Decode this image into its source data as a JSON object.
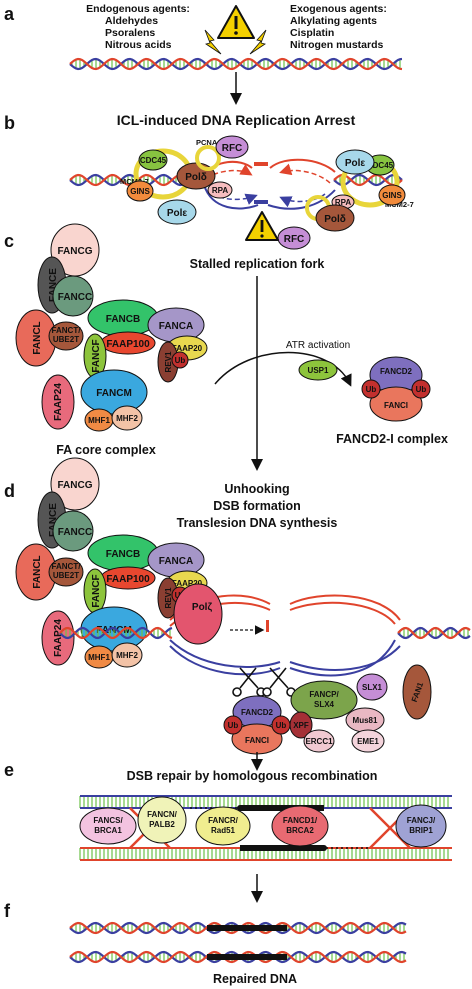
{
  "panels": {
    "a": "a",
    "b": "b",
    "c": "c",
    "d": "d",
    "e": "e",
    "f": "f"
  },
  "agents": {
    "endogenous_title": "Endogenous agents:",
    "endogenous": [
      "Aldehydes",
      "Psoralens",
      "Nitrous acids"
    ],
    "exogenous_title": "Exogenous agents:",
    "exogenous": [
      "Alkylating agents",
      "Cisplatin",
      "Nitrogen mustards"
    ]
  },
  "headings": {
    "b_title": "ICL-induced DNA Replication Arrest",
    "stalled": "Stalled replication fork",
    "atr": "ATR activation",
    "fa_core": "FA core complex",
    "fancd2i": "FANCD2-I complex",
    "d_steps": [
      "Unhooking",
      "DSB formation",
      "Translesion DNA synthesis"
    ],
    "e_title": "DSB repair by homologous recombination",
    "repaired": "Repaired DNA"
  },
  "proteins": {
    "pcna": "PCNA",
    "rfc": "RFC",
    "cdc45": "CDC45",
    "mcm": "MCM2-7",
    "pold": "Polδ",
    "rpa": "RPA",
    "gins": "GINS",
    "pole": "Polε",
    "usp1": "USP1",
    "fancg": "FANCG",
    "fance": "FANCE",
    "fancc": "FANCC",
    "fancl": "FANCL",
    "fanct": "FANCT/",
    "ube2t": "UBE2T",
    "fancb": "FANCB",
    "fanca": "FANCA",
    "faap20": "FAAP20",
    "faap100": "FAAP100",
    "fancf": "FANCF",
    "rev1": "REV1",
    "ub": "Ub",
    "faap24": "FAAP24",
    "fancm": "FANCM",
    "mhf1": "MHF1",
    "mhf2": "MHF2",
    "fancd2": "FANCD2",
    "fanci": "FANCI",
    "polz": "Polζ",
    "fancp": "FANCP/",
    "slx4": "SLX4",
    "slx1": "SLX1",
    "fan1": "FAN1",
    "xpf": "XPF",
    "ercc1": "ERCC1",
    "mus81": "Mus81",
    "eme1": "EME1",
    "fancs": "FANCS/",
    "brca1": "BRCA1",
    "fancn": "FANCN/",
    "palb2": "PALB2",
    "fancr": "FANCR/",
    "rad51": "Rad51",
    "fancd1": "FANCD1/",
    "brca2": "BRCA2",
    "fancj": "FANCJ/",
    "brip1": "BRIP1"
  }
}
